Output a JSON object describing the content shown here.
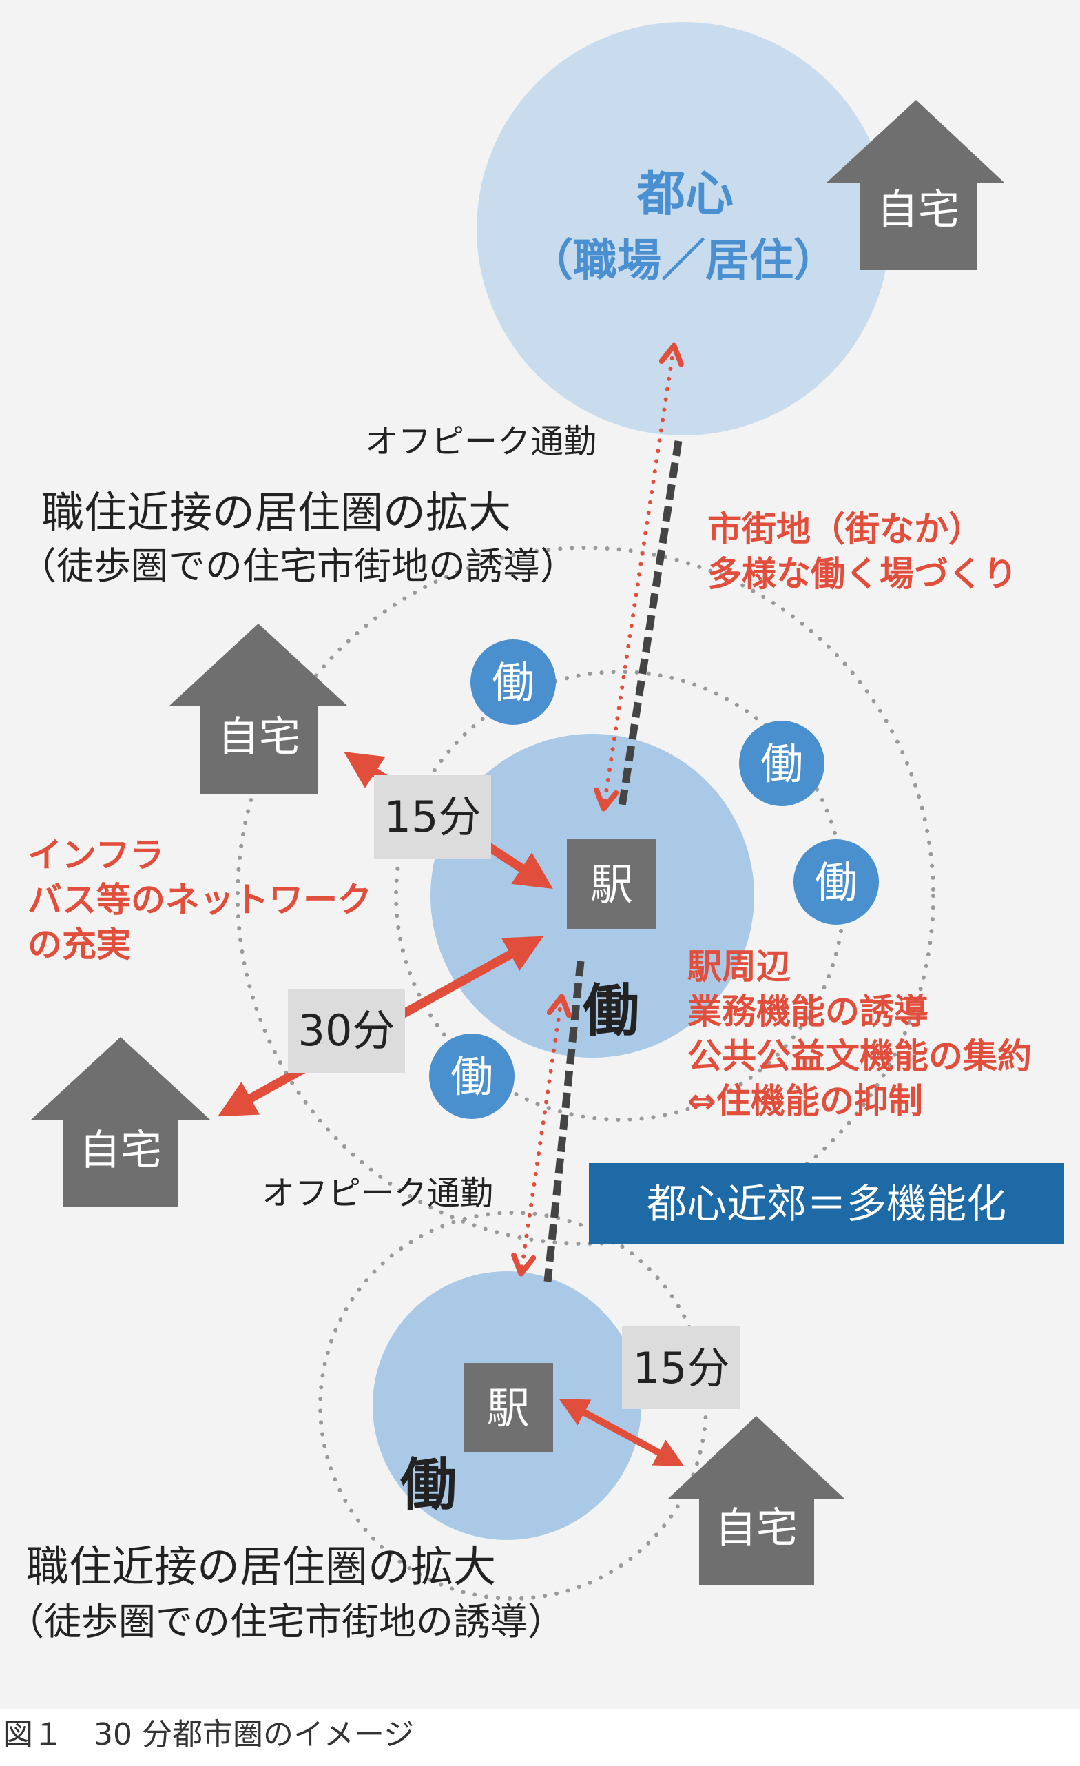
{
  "top_circle": {
    "title": "都心",
    "subtitle": "（職場／居住）"
  },
  "home_label": "自宅",
  "station_label": "駅",
  "work_label": "働",
  "offpeak_label": "オフピーク通勤",
  "district_note": {
    "line1": "市街地（街なか）",
    "line2": "多様な働く場づくり"
  },
  "expansion_note": {
    "line1": "職住近接の居住圏の拡大",
    "line2": "（徒歩圏での住宅市街地の誘導）"
  },
  "infra_note": {
    "line1": "インフラ",
    "line2": "バス等のネットワーク",
    "line3": "の充実"
  },
  "station_note": {
    "line1": "駅周辺",
    "line2": "業務機能の誘導",
    "line3": "公共公益文機能の集約",
    "line4": "⇔住機能の抑制"
  },
  "time_labels": {
    "upper_15": "15分",
    "upper_30": "30分",
    "lower_15": "15分"
  },
  "banner": "都心近郊＝多機能化",
  "caption": "図１　30 分都市圏のイメージ",
  "colors": {
    "background": "#f3f3f3",
    "top_circle": "#c9dcee",
    "station_circle": "#a9c9e6",
    "work_badge": "#4a90cf",
    "house": "#6f6f6f",
    "arrow_red": "#e24e3c",
    "rail": "#444444",
    "banner": "#1e6aa6"
  }
}
